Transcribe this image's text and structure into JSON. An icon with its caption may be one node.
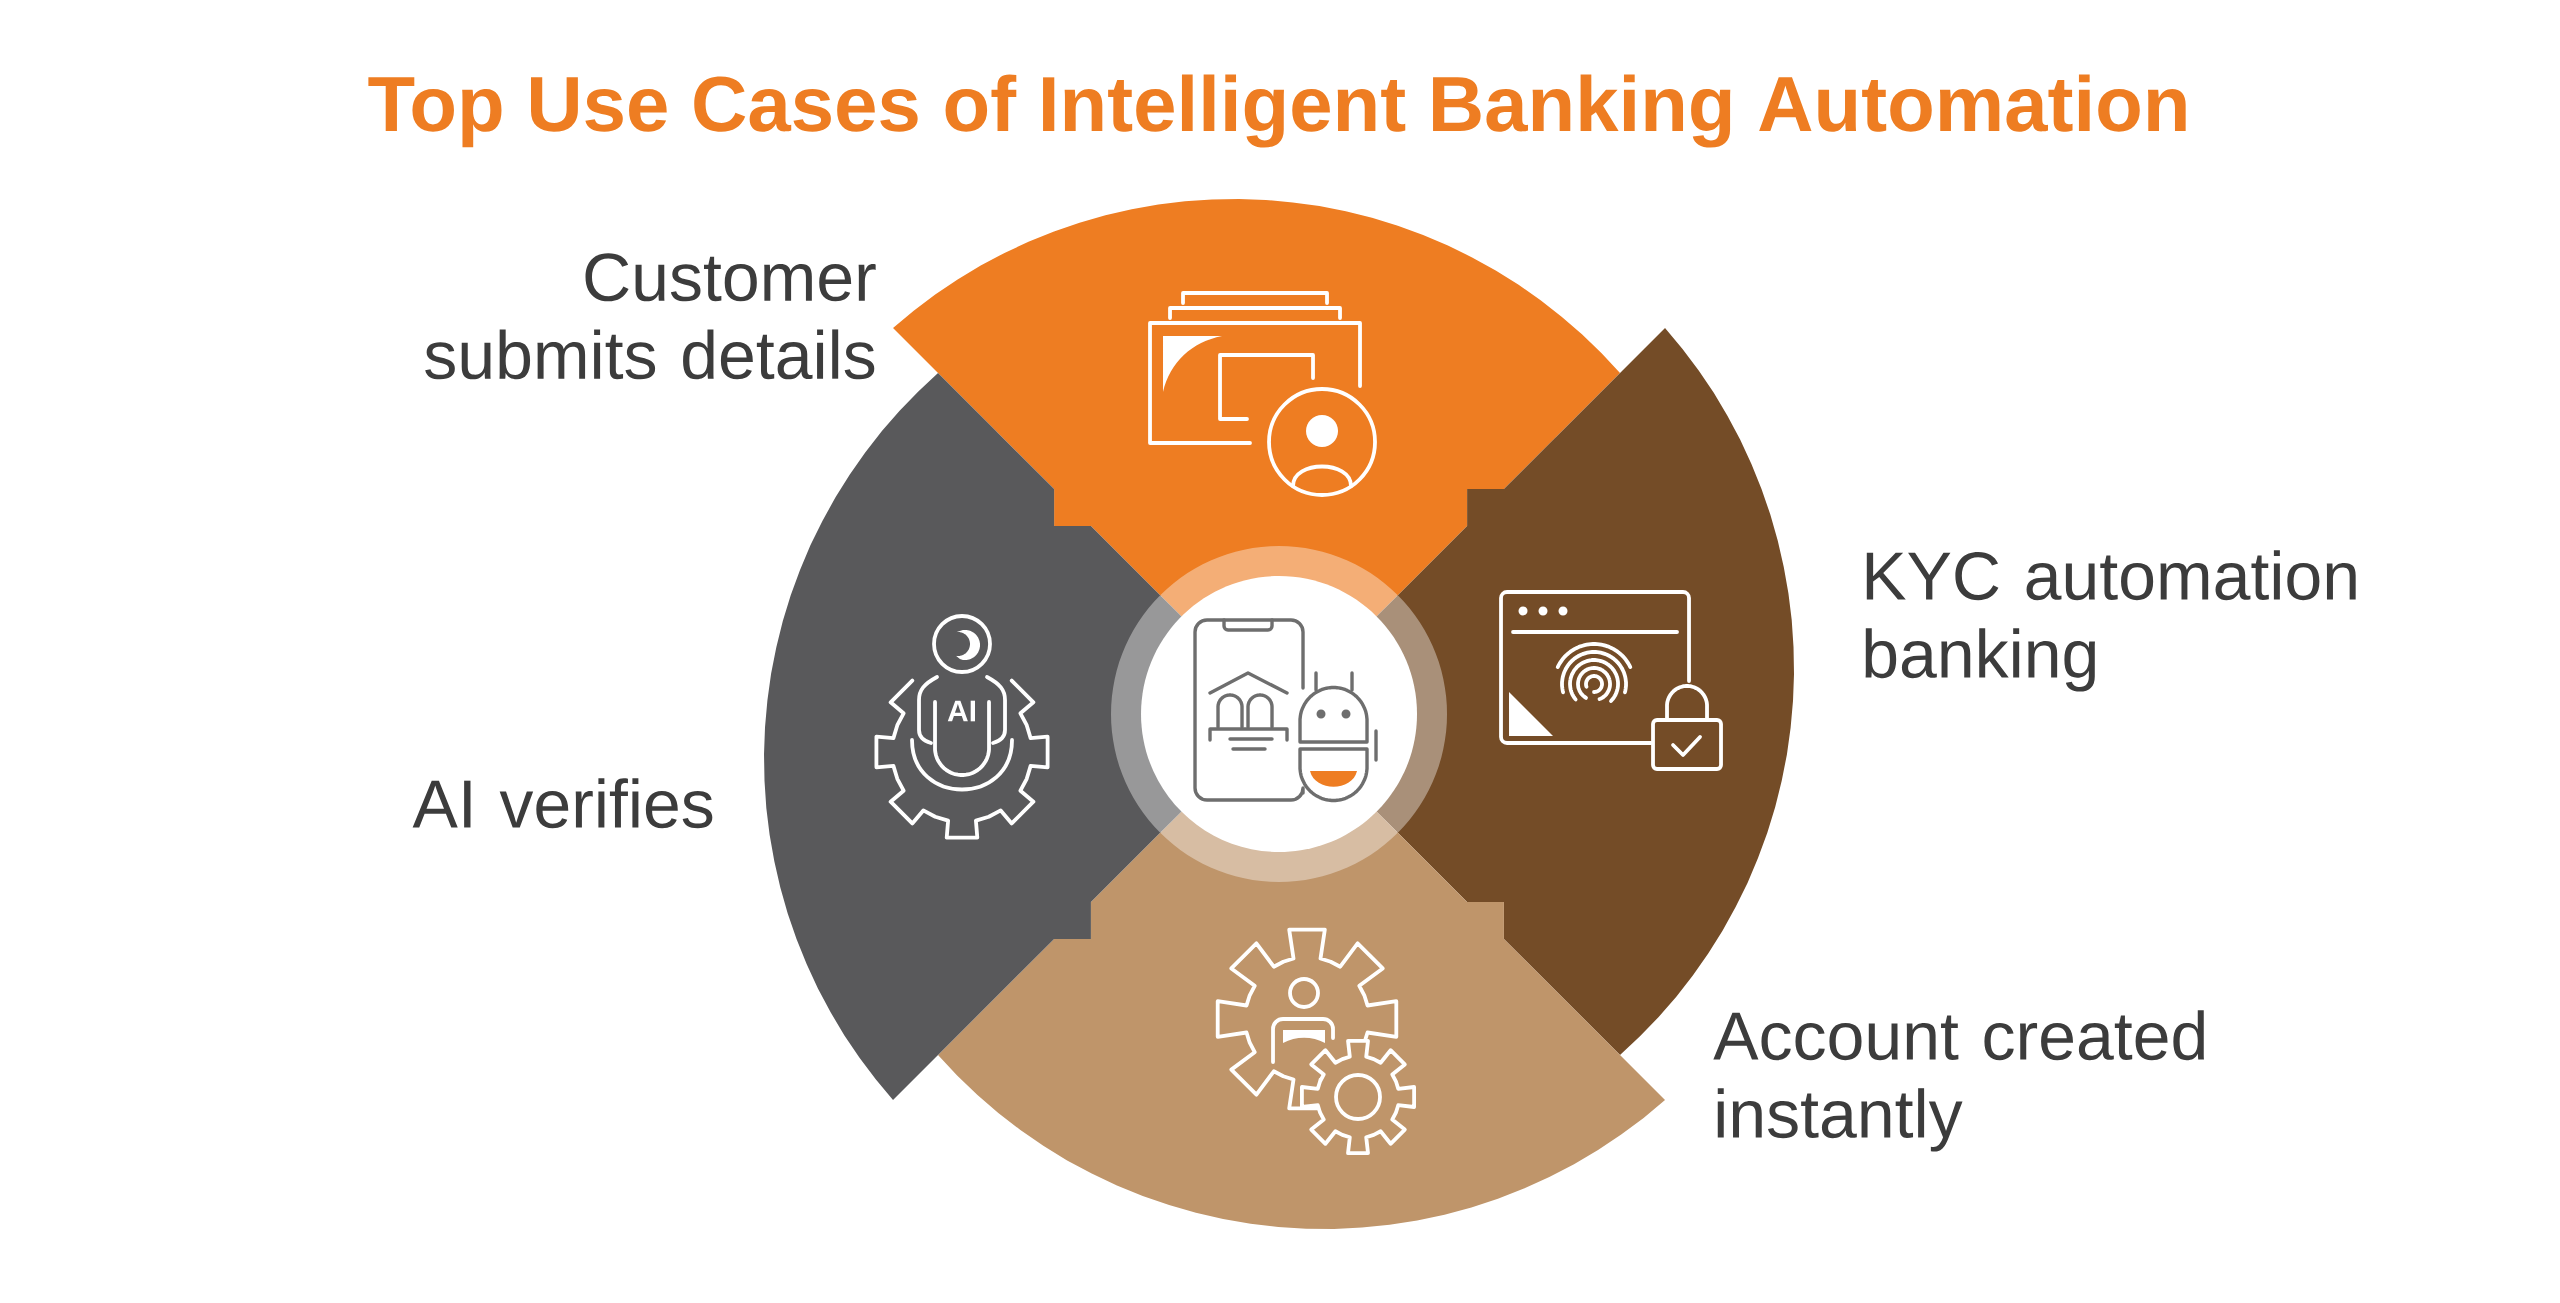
{
  "diagram": {
    "title": "Top Use Cases of Intelligent Banking Automation",
    "nodes": [
      {
        "text": [],
        "shape": "sector",
        "beside": [
          "Customer submits details"
        ]
      },
      {
        "text": [],
        "shape": "sector",
        "beside": [
          "KYC automation banking"
        ]
      },
      {
        "text": [],
        "shape": "sector"
      },
      {
        "text": [],
        "shape": "sector",
        "beside": [
          "AI verifies"
        ]
      },
      {
        "text": [],
        "shape": "circle"
      }
    ],
    "labels": [
      "AI",
      "Account created instantly"
    ]
  }
}
